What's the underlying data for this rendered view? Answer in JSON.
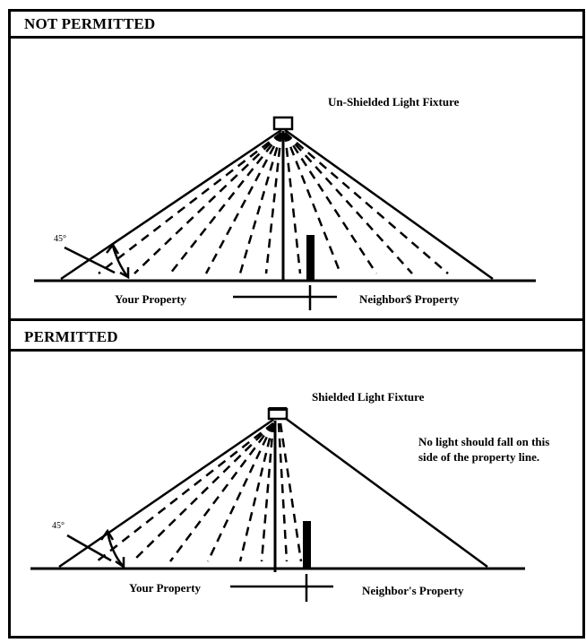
{
  "panels": [
    {
      "title": "NOT PERMITTED",
      "fixture_label": "Un-Shielded Light Fixture",
      "angle_label": "45°",
      "your_property": "Your Property",
      "neighbor_property": "Neighbor$ Property"
    },
    {
      "title": "PERMITTED",
      "fixture_label": "Shielded Light Fixture",
      "angle_label": "45°",
      "your_property": "Your Property",
      "neighbor_property": "Neighbor's Property",
      "note": "No light should fall on this side of the property line."
    }
  ],
  "colors": {
    "ink": "#000000",
    "paper": "#ffffff"
  }
}
